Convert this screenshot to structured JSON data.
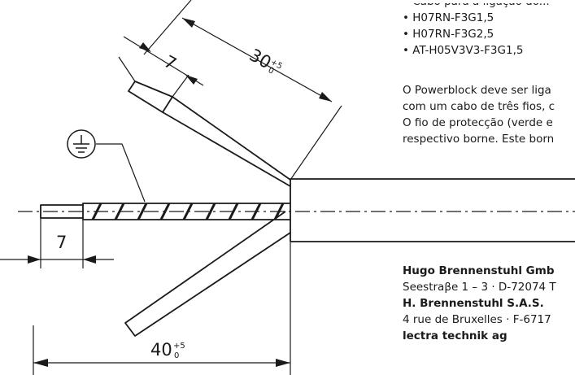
{
  "drawing": {
    "dim_30": "30",
    "dim_30_tol_upper": "+5",
    "dim_30_tol_lower": "0",
    "dim_7_top": "7",
    "dim_7_left": "7",
    "dim_40": "40",
    "dim_40_tol_upper": "+5",
    "dim_40_tol_lower": "0",
    "ground_symbol": "protective-earth-icon"
  },
  "cable_types": {
    "partial_top": "• Cabo para a ligação do...",
    "items": [
      "• H07RN-F3G1,5",
      "• H07RN-F3G2,5",
      "• AT-H05V3V3-F3G1,5"
    ]
  },
  "instructions": {
    "lines": [
      "O Powerblock deve ser liga",
      "com um cabo de três fios, c",
      "O fio de protecção (verde e",
      "respectivo borne. Este born"
    ]
  },
  "addresses": [
    {
      "name": "Hugo Brennenstuhl Gmb",
      "line": "Seestraβe 1 – 3 · D-72074 T"
    },
    {
      "name": "H. Brennenstuhl S.A.S.",
      "line": "4 rue de Bruxelles · F-6717"
    },
    {
      "name": "lectra technik ag",
      "line": ""
    }
  ]
}
